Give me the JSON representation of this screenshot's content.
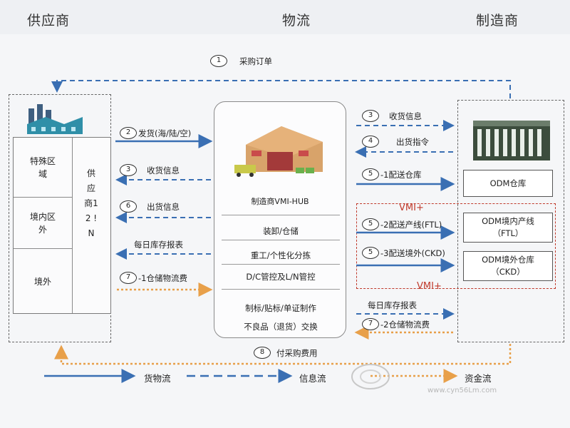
{
  "header": {
    "supplier": "供应商",
    "logistics": "物流",
    "manufacturer": "制造商"
  },
  "supplier": {
    "regions": [
      "特殊区域",
      "境内区外",
      "境外"
    ],
    "vertical": "供应商1 2 ! N"
  },
  "hub": {
    "title": "制造商VMI-HUB",
    "functions": [
      "装卸/仓储",
      "重工/个性化分拣",
      "D/C管控及L/N管控",
      "制标/贴标/单证制作",
      "不良品（退货）交换"
    ]
  },
  "manufacturer": {
    "odm_warehouse": "ODM仓库",
    "odm_domestic": [
      "ODM境内产线",
      "（FTL）"
    ],
    "odm_overseas": [
      "ODM境外仓库",
      "（CKD）"
    ]
  },
  "vmi_label": "VMI+",
  "flows": {
    "top_order": {
      "num": "1",
      "label": "采购订单"
    },
    "ship": {
      "num": "2",
      "label": "发货(海/陆/空)"
    },
    "recv_left": {
      "num": "3",
      "label": "收货信息"
    },
    "out_left": {
      "num": "6",
      "label": "出货信息"
    },
    "daily_left": "每日库存报表",
    "storage_left": {
      "num": "7",
      "label": "-1仓储物流费"
    },
    "recv_right": {
      "num": "3",
      "label": "收货信息"
    },
    "out_cmd": {
      "num": "4",
      "label": "出货指令"
    },
    "dist1": {
      "num": "5",
      "label": "-1配送仓库"
    },
    "dist2": {
      "num": "5",
      "label": "-2配送产线(FTL)"
    },
    "dist3": {
      "num": "5",
      "label": "-3配送境外(CKD)"
    },
    "daily_right": "每日库存报表",
    "storage_right": {
      "num": "7",
      "label": "-2仓储物流费"
    },
    "pay": {
      "num": "8",
      "label": "付采购费用"
    }
  },
  "legend": {
    "goods": "货物流",
    "info": "信息流",
    "fund": "资金流"
  },
  "watermark": "www.cyn56Lm.com",
  "colors": {
    "goods": "#3a6fb3",
    "info": "#3a6fb3",
    "fund": "#e8a04a",
    "vmi": "#c0392b"
  }
}
